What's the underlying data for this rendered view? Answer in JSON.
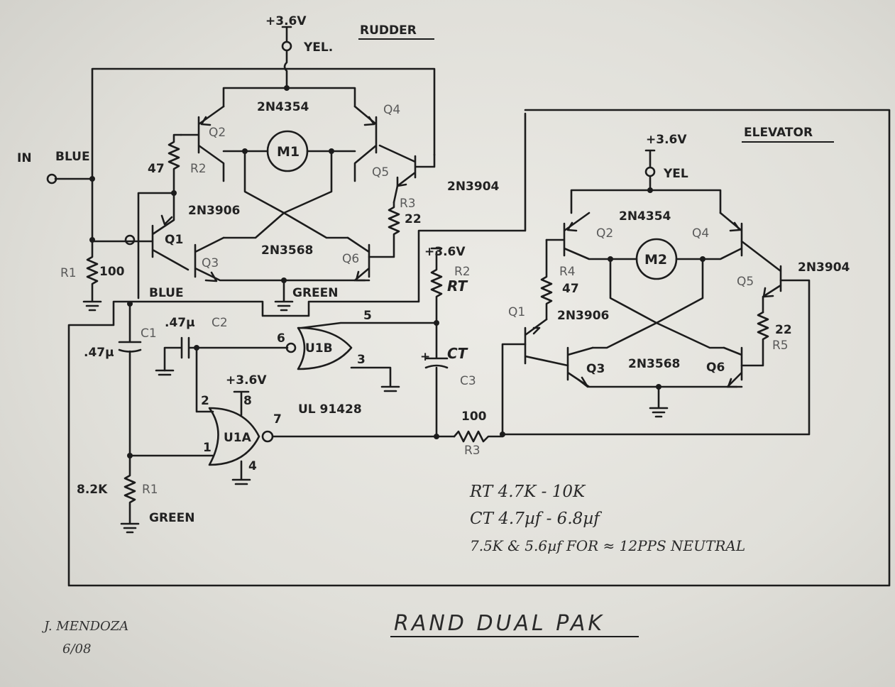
{
  "title": "RAND DUAL PAK",
  "author": "J. MENDOZA",
  "date": "6/08",
  "rudder": {
    "section_label": "RUDDER",
    "supply": "+3.6V",
    "supply_wire": "YEL.",
    "input_label": "IN",
    "input_wire": "BLUE",
    "blue_label": "BLUE",
    "green_label": "GREEN",
    "motor": "M1",
    "q1": "Q1",
    "q2": "Q2",
    "q3": "Q3",
    "q4": "Q4",
    "q5": "Q5",
    "q6": "Q6",
    "pnp_top": "2N4354",
    "npn_bottom": "2N3568",
    "q1_part": "2N3906",
    "q5_part": "2N3904",
    "r1": "R1",
    "r1_val": "100",
    "r2": "R2",
    "r2_val": "47",
    "r3": "R3",
    "r3_val": "22"
  },
  "elevator": {
    "section_label": "ELEVATOR",
    "supply": "+3.6V",
    "supply_wire": "YEL",
    "motor": "M2",
    "q1": "Q1",
    "q2": "Q2",
    "q3": "Q3",
    "q4": "Q4",
    "q5": "Q5",
    "q6": "Q6",
    "pnp_top": "2N4354",
    "npn_bottom": "2N3568",
    "q1_part": "2N3906",
    "q5_part": "2N3904",
    "r4": "R4",
    "r4_val": "47",
    "r5": "R5",
    "r5_val": "22"
  },
  "timer": {
    "c1": "C1",
    "c1_val": ".47µ",
    "c2": "C2",
    "c2_val": ".47µ",
    "c3": "C3",
    "ct": "CT",
    "rt_supply": "+3.6V",
    "r2": "R2",
    "rt": "RT",
    "r3": "R3",
    "r3_val": "100",
    "r1": "R1",
    "r1_val": "8.2K",
    "green_label": "GREEN",
    "u1a": "U1A",
    "u1b": "U1B",
    "ic_part": "UL 914",
    "ic_suffix": "28",
    "vcc": "+3.6V",
    "pin1": "1",
    "pin2": "2",
    "pin3": "3",
    "pin4": "4",
    "pin5": "5",
    "pin6": "6",
    "pin7": "7",
    "pin8": "8"
  },
  "notes": [
    "RT 4.7K - 10K",
    "CT 4.7µf - 6.8µf",
    "7.5K & 5.6µf FOR ≈ 12PPS NEUTRAL"
  ]
}
